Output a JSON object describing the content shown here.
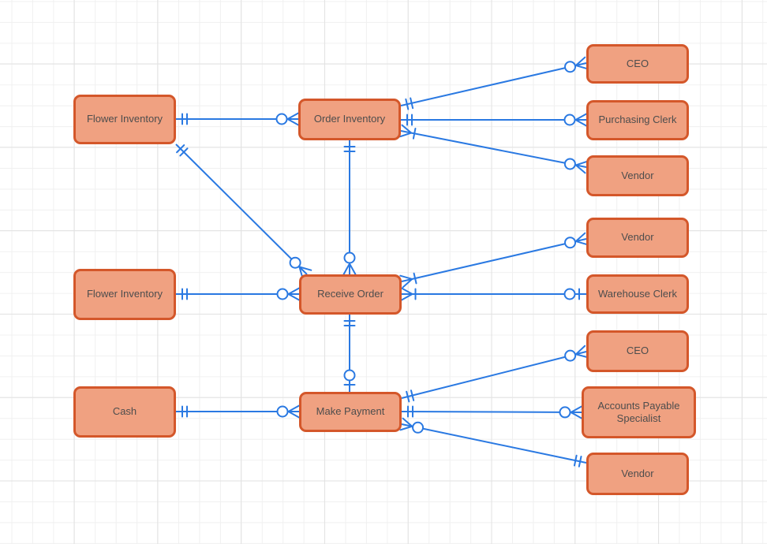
{
  "diagram": {
    "nodes": [
      {
        "id": "flower-inventory-1",
        "label": "Flower Inventory"
      },
      {
        "id": "flower-inventory-2",
        "label": "Flower Inventory"
      },
      {
        "id": "cash",
        "label": "Cash"
      },
      {
        "id": "order-inventory",
        "label": "Order Inventory"
      },
      {
        "id": "receive-order",
        "label": "Receive Order"
      },
      {
        "id": "make-payment",
        "label": "Make Payment"
      },
      {
        "id": "ceo-1",
        "label": "CEO"
      },
      {
        "id": "purchasing-clerk",
        "label": "Purchasing Clerk"
      },
      {
        "id": "vendor-1",
        "label": "Vendor"
      },
      {
        "id": "vendor-2",
        "label": "Vendor"
      },
      {
        "id": "warehouse-clerk",
        "label": "Warehouse Clerk"
      },
      {
        "id": "ceo-2",
        "label": "CEO"
      },
      {
        "id": "accounts-payable-specialist",
        "label": "Accounts Payable Specialist"
      },
      {
        "id": "vendor-3",
        "label": "Vendor"
      }
    ],
    "edges": [
      {
        "from": "flower-inventory-1",
        "to": "order-inventory",
        "from_cardinality": "exactly-one",
        "to_cardinality": "zero-or-many"
      },
      {
        "from": "flower-inventory-1",
        "to": "receive-order",
        "from_cardinality": "exactly-one",
        "to_cardinality": "zero-or-many"
      },
      {
        "from": "order-inventory",
        "to": "receive-order",
        "from_cardinality": "exactly-one",
        "to_cardinality": "zero-or-many"
      },
      {
        "from": "flower-inventory-2",
        "to": "receive-order",
        "from_cardinality": "exactly-one",
        "to_cardinality": "zero-or-many"
      },
      {
        "from": "receive-order",
        "to": "vendor-2",
        "from_cardinality": "one-or-many",
        "to_cardinality": "zero-or-many"
      },
      {
        "from": "receive-order",
        "to": "warehouse-clerk",
        "from_cardinality": "one-or-many",
        "to_cardinality": "zero-or-one"
      },
      {
        "from": "order-inventory",
        "to": "ceo-1",
        "from_cardinality": "exactly-one",
        "to_cardinality": "zero-or-many"
      },
      {
        "from": "order-inventory",
        "to": "purchasing-clerk",
        "from_cardinality": "exactly-one",
        "to_cardinality": "zero-or-many"
      },
      {
        "from": "order-inventory",
        "to": "vendor-1",
        "from_cardinality": "one-or-many",
        "to_cardinality": "zero-or-many"
      },
      {
        "from": "receive-order",
        "to": "make-payment",
        "from_cardinality": "exactly-one",
        "to_cardinality": "zero-or-one"
      },
      {
        "from": "cash",
        "to": "make-payment",
        "from_cardinality": "exactly-one",
        "to_cardinality": "zero-or-many"
      },
      {
        "from": "make-payment",
        "to": "ceo-2",
        "from_cardinality": "exactly-one",
        "to_cardinality": "zero-or-many"
      },
      {
        "from": "make-payment",
        "to": "accounts-payable-specialist",
        "from_cardinality": "exactly-one",
        "to_cardinality": "zero-or-many"
      },
      {
        "from": "make-payment",
        "to": "vendor-3",
        "from_cardinality": "zero-or-many",
        "to_cardinality": "exactly-one"
      }
    ],
    "colors": {
      "node_fill": "#f0a181",
      "node_border": "#d4572a",
      "edge": "#2a79e2",
      "label": "#4d4d4d",
      "grid_minor": "#f0f0f0",
      "grid_major": "#e2e2e2",
      "background": "#ffffff"
    }
  }
}
